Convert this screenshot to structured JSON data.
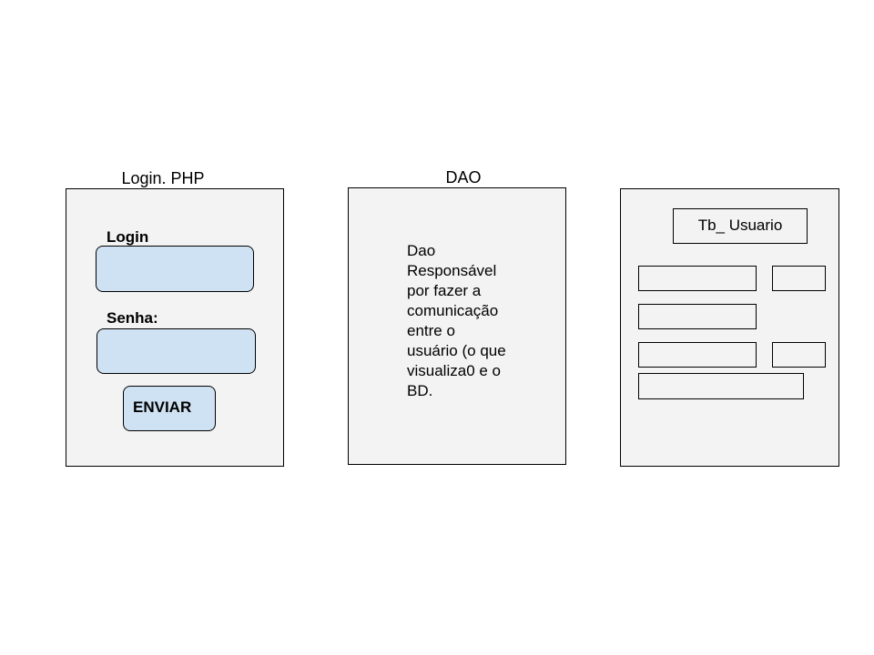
{
  "login_panel": {
    "title": "Login. PHP",
    "login_label": "Login",
    "password_label": "Senha:",
    "submit_label": "ENVIAR"
  },
  "dao_panel": {
    "title": "DAO",
    "description": "Dao\nResponsável\npor fazer a\ncomunicação\nentre o\nusuário (o que\nvisualiza0 e o\nBD."
  },
  "table_panel": {
    "title": "Tb_ Usuario"
  },
  "colors": {
    "panel_fill": "#f3f3f3",
    "field_fill": "#cfe2f3",
    "outline": "#000000"
  }
}
